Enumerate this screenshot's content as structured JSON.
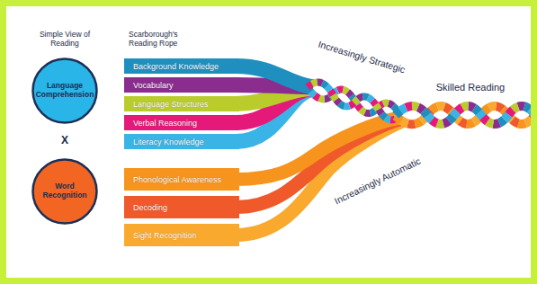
{
  "diagram": {
    "nodes": [
      {
        "text": [
          "Language Comprehension"
        ]
      },
      {
        "text": [
          "Background Knowledge"
        ]
      },
      {
        "text": [
          "Vocabulary"
        ]
      },
      {
        "text": [
          "Language Structures"
        ]
      },
      {
        "text": [
          "Verbal Reasoning"
        ]
      },
      {
        "text": [
          "Literacy Knowledge"
        ]
      },
      {
        "text": [
          "Word Recognition"
        ]
      },
      {
        "text": [
          "Phonological Awareness"
        ]
      },
      {
        "text": [
          "Decoding"
        ]
      },
      {
        "text": [
          "Sight Recognition"
        ]
      }
    ],
    "labels": [
      "Simple View of Reading",
      "Scarborough's Reading Rope",
      "X",
      "Increasingly Strategic",
      "Skilled Reading",
      "Increasingly Automatic"
    ]
  }
}
